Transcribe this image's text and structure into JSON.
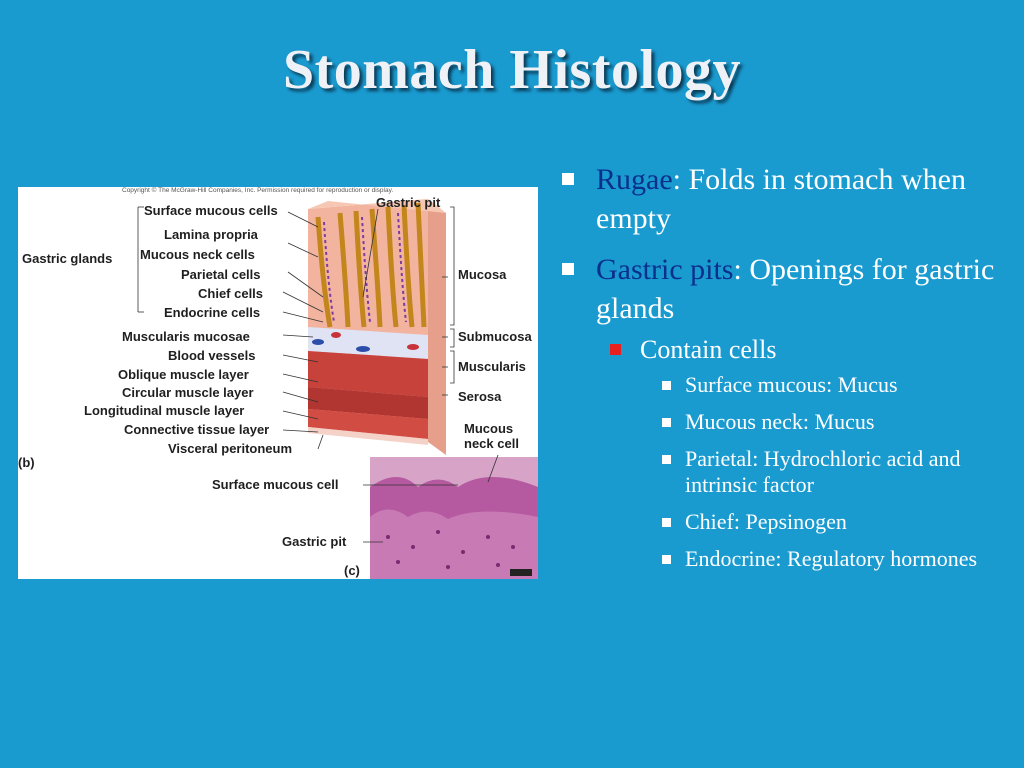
{
  "slide": {
    "title": "Stomach Histology"
  },
  "figure": {
    "copyright": "Copyright © The McGraw-Hill Companies, Inc. Permission required for reproduction or display.",
    "panel_b": "(b)",
    "panel_c": "(c)",
    "left_labels": [
      "Surface mucous cells",
      "Lamina propria",
      "Mucous neck cells",
      "Parietal cells",
      "Chief cells",
      "Endocrine cells",
      "Muscularis mucosae",
      "Blood vessels",
      "Oblique muscle layer",
      "Circular muscle layer",
      "Longitudinal muscle layer",
      "Connective tissue layer",
      "Visceral peritoneum"
    ],
    "gastric_glands": "Gastric glands",
    "gastric_pit_top": "Gastric pit",
    "right_layers": [
      "Mucosa",
      "Submucosa",
      "Muscularis",
      "Serosa"
    ],
    "micro_labels": {
      "mucous_neck_cell": "Mucous\nneck cell",
      "surface_mucous_cell": "Surface mucous cell",
      "gastric_pit": "Gastric pit"
    }
  },
  "bullets": {
    "rugae": {
      "term": "Rugae",
      "text": ": Folds in stomach when empty"
    },
    "gastric_pits": {
      "term": "Gastric pits",
      "text": ": Openings for gastric glands"
    },
    "contain_cells": "Contain cells",
    "cells": [
      "Surface mucous: Mucus",
      "Mucous neck: Mucus",
      "Parietal: Hydrochloric acid and intrinsic factor",
      "Chief: Pepsinogen",
      "Endocrine: Regulatory hormones"
    ]
  },
  "colors": {
    "background": "#1a9bd0",
    "term": "#0a2f8c",
    "subbullet": "#e8201f"
  }
}
